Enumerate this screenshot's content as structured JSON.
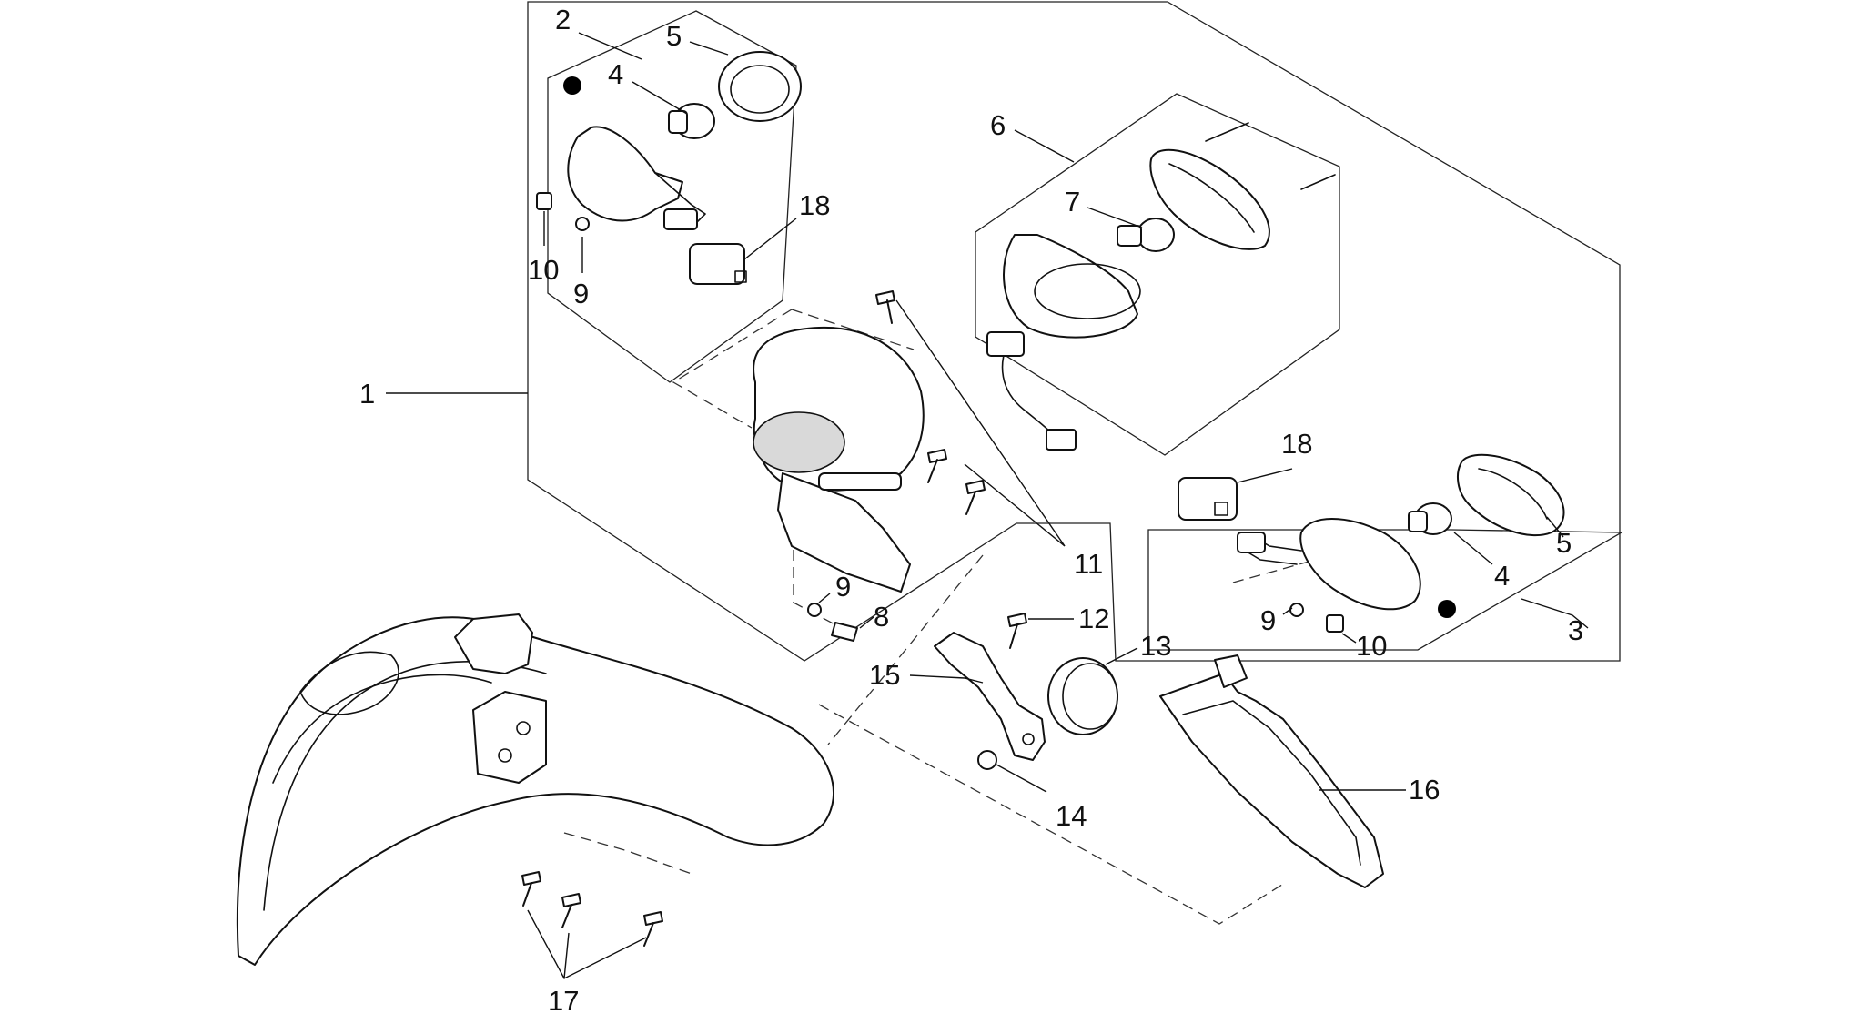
{
  "colors": {
    "line": "#111111",
    "background": "#ffffff",
    "shade": "#d9d9d9"
  },
  "callouts": [
    {
      "id": "c1",
      "text": "1"
    },
    {
      "id": "c2",
      "text": "2"
    },
    {
      "id": "c3",
      "text": "3"
    },
    {
      "id": "c4a",
      "text": "4"
    },
    {
      "id": "c4b",
      "text": "4"
    },
    {
      "id": "c5a",
      "text": "5"
    },
    {
      "id": "c5b",
      "text": "5"
    },
    {
      "id": "c6",
      "text": "6"
    },
    {
      "id": "c7",
      "text": "7"
    },
    {
      "id": "c8",
      "text": "8"
    },
    {
      "id": "c9a",
      "text": "9"
    },
    {
      "id": "c9b",
      "text": "9"
    },
    {
      "id": "c9c",
      "text": "9"
    },
    {
      "id": "c10a",
      "text": "10"
    },
    {
      "id": "c10b",
      "text": "10"
    },
    {
      "id": "c11",
      "text": "11"
    },
    {
      "id": "c12",
      "text": "12"
    },
    {
      "id": "c13",
      "text": "13"
    },
    {
      "id": "c14",
      "text": "14"
    },
    {
      "id": "c15",
      "text": "15"
    },
    {
      "id": "c16",
      "text": "16"
    },
    {
      "id": "c17",
      "text": "17"
    },
    {
      "id": "c18a",
      "text": "18"
    },
    {
      "id": "c18b",
      "text": "18"
    }
  ]
}
